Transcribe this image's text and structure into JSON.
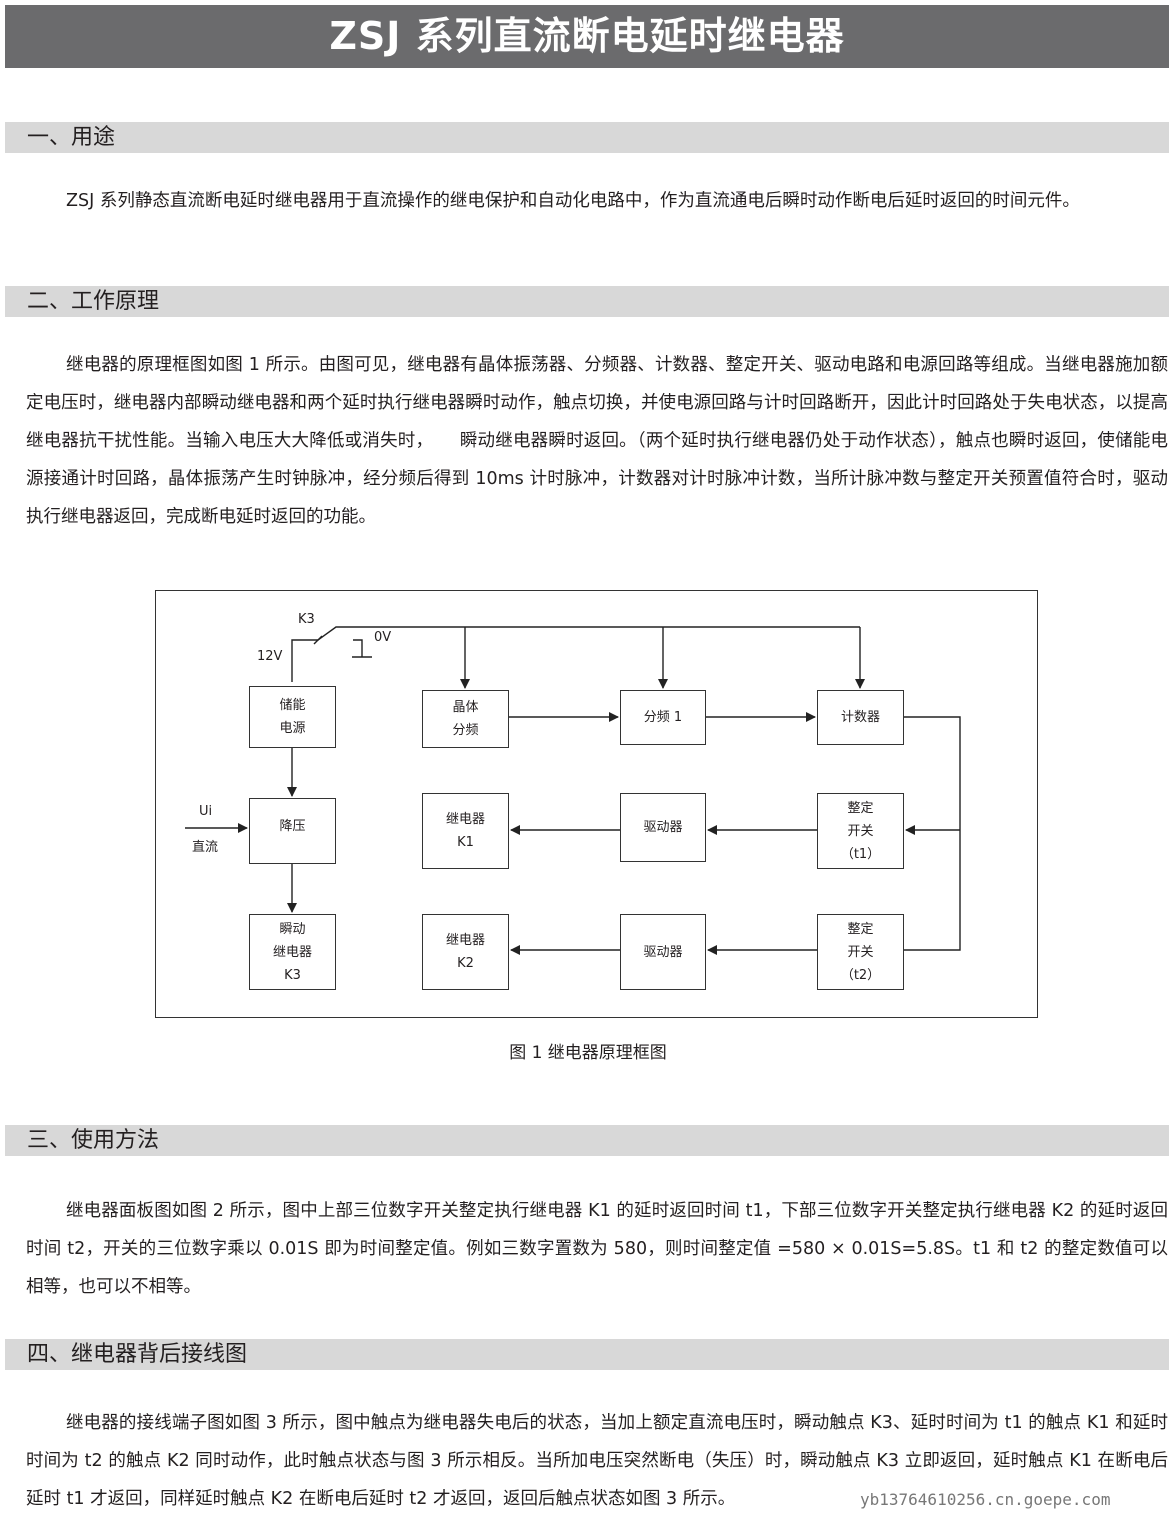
{
  "title": "ZSJ 系列直流断电延时继电器",
  "sections": [
    {
      "heading": "一、用途",
      "body": "ZSJ 系列静态直流断电延时继电器用于直流操作的继电保护和自动化电路中，作为直流通电后瞬时动作断电后延时返回的时间元件。"
    },
    {
      "heading": "二、工作原理",
      "body": "继电器的原理框图如图 1 所示。由图可见，继电器有晶体振荡器、分频器、计数器、整定开关、驱动电路和电源回路等组成。当继电器施加额定电压时，继电器内部瞬动继电器和两个延时执行继电器瞬时动作，触点切换，并使电源回路与计时回路断开，因此计时回路处于失电状态，以提高继电器抗干扰性能。当输入电压大大降低或消失时，　　瞬动继电器瞬时返回。（两个延时执行继电器仍处于动作状态），触点也瞬时返回，使储能电源接通计时回路，晶体振荡产生时钟脉冲，经分频后得到 10ms 计时脉冲，计数器对计时脉冲计数，当所计脉冲数与整定开关预置值符合时，驱动执行继电器返回，完成断电延时返回的功能。"
    },
    {
      "heading": "三、使用方法",
      "body": "继电器面板图如图 2 所示，图中上部三位数字开关整定执行继电器 K1 的延时返回时间 t1，下部三位数字开关整定执行继电器 K2 的延时返回时间 t2，开关的三位数字乘以 0.01S 即为时间整定值。例如三数字置数为 580，则时间整定值 =580 × 0.01S=5.8S。t1 和 t2 的整定数值可以相等，也可以不相等。"
    },
    {
      "heading": "四、继电器背后接线图",
      "body": "继电器的接线端子图如图 3 所示，图中触点为继电器失电后的状态，当加上额定直流电压时，瞬动触点 K3、延时时间为 t1 的触点 K1 和延时时间为 t2 的触点 K2 同时动作，此时触点状态与图 3 所示相反。当所加电压突然断电（失压）时，瞬动触点 K3 立即返回，延时触点 K1 在断电后延时 t1 才返回，同样延时触点 K2 在断电后延时 t2 才返回，返回后触点状态如图 3 所示。"
    }
  ],
  "diagram": {
    "labels": {
      "k3": "K3",
      "v12": "12V",
      "v0": "0V",
      "ui": "Ui",
      "dc": "直流"
    },
    "boxes": {
      "storage": [
        "储能",
        "电源"
      ],
      "stepdown": [
        "降压"
      ],
      "k3relay": [
        "瞬动",
        "继电器",
        "K3"
      ],
      "crystal": [
        "晶体",
        "分频"
      ],
      "divider": [
        "分频 1"
      ],
      "counter": [
        "计数器"
      ],
      "k1": [
        "继电器",
        "K1"
      ],
      "driver1": [
        "驱动器"
      ],
      "set1": [
        "整定",
        "开关",
        "（t1）"
      ],
      "k2": [
        "继电器",
        "K2"
      ],
      "driver2": [
        "驱动器"
      ],
      "set2": [
        "整定",
        "开关",
        "（t2）"
      ]
    },
    "caption": "图 1  继电器原理框图"
  },
  "watermark": "yb13764610256.cn.goepe.com"
}
